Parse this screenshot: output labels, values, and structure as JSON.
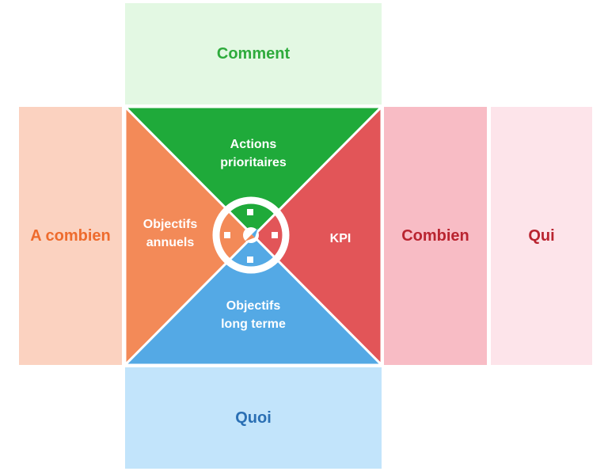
{
  "panels": {
    "top": "Comment",
    "bottom": "Quoi",
    "left": "A combien",
    "right": "Combien",
    "far_right": "Qui"
  },
  "triangles": {
    "top": "Actions\nprioritaires",
    "left": "Objectifs\nannuels",
    "right": "KPI",
    "bottom": "Objectifs\nlong terme"
  },
  "colors": {
    "green": "#1faa3a",
    "orange": "#f38a58",
    "red": "#e25558",
    "blue": "#54a9e5"
  },
  "center_icon": "compass-icon"
}
